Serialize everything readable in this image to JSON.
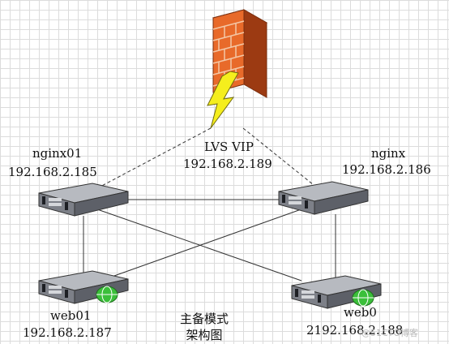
{
  "labels": {
    "nginx01_name": "nginx01",
    "nginx01_ip": "192.168.2.185",
    "vip_name": "LVS VIP",
    "vip_ip": "192.168.2.189",
    "nginx02_name": "nginx",
    "nginx02_ip": "192.168.2.186",
    "web01_name": "web01",
    "web01_ip": "192.168.2.187",
    "web02_name": "web0",
    "web02_ip": "2192.168.2.188"
  },
  "caption": {
    "line1": "主备模式",
    "line2": "架构图"
  },
  "watermark": "@51CTO博客",
  "icons": {
    "firewall": "firewall-icon",
    "lightning": "lightning-bolt-icon",
    "server": "rack-server-icon",
    "globe": "network-globe-icon"
  },
  "colors": {
    "brick": "#e86a2a",
    "brick_dark": "#b8471a",
    "bolt": "#f5ee1d",
    "server_body": "#7d8088",
    "globe": "#3bbf3a",
    "line": "#333333"
  }
}
